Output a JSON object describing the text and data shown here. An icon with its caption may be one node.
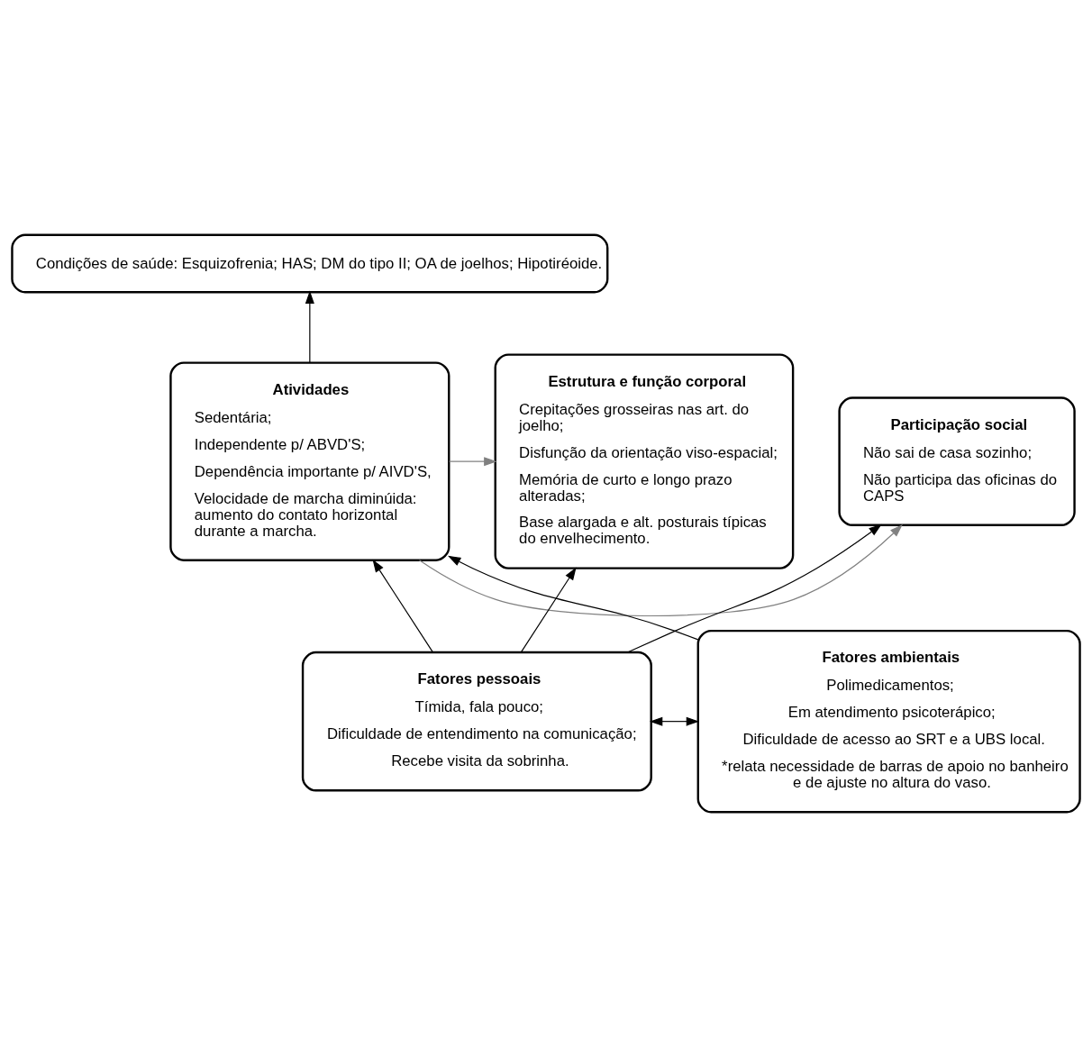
{
  "diagram": {
    "nodes": [
      {
        "text": [
          "Condições de saúde: Esquizofrenia; HAS; DM do tipo II; OA de joelhos; Hipotiréoide."
        ]
      },
      {
        "text": [
          "Estrutura e função corporal",
          "Crepitações grosseiras nas art. do joelho;",
          "Disfunção da orientação viso-espacial;",
          "Memória de curto e longo prazo alteradas;",
          "Base alargada e alt. posturais típicas do envelhecimento."
        ]
      },
      {
        "text": [
          "Atividades",
          "Sedentária;",
          "Independente p/ ABVD'S;",
          "Dependência importante p/ AIVD'S,",
          "Velocidade de marcha diminúida: aumento do contato horizontal durante a marcha."
        ]
      },
      {
        "text": [
          "Participação social",
          "Não sai de casa sozinho;",
          "Não participa das oficinas do CAPS"
        ]
      },
      {
        "text": [
          "Fatores pessoais",
          "Tímida, fala pouco;",
          "Dificuldade de entendimento na comunicação;",
          "Recebe visita da sobrinha."
        ]
      },
      {
        "text": [
          "Fatores ambientais",
          "Polimedicamentos;",
          "Em atendimento psicoterápico;",
          "Dificuldade de acesso ao SRT e a UBS local.",
          "*relata necessidade de barras de apoio no banheiro e de ajuste no altura do vaso."
        ]
      }
    ],
    "edges": [
      {
        "from": 2,
        "to": 0,
        "arrow": "to"
      },
      {
        "from": 2,
        "to": 1,
        "arrow": "to",
        "color": "#808080"
      },
      {
        "from": 2,
        "to": 3,
        "arrow": "to",
        "color": "#808080"
      },
      {
        "from": 4,
        "to": 1,
        "arrow": "to"
      },
      {
        "from": 4,
        "to": 3,
        "arrow": "to"
      },
      {
        "from": 4,
        "to": 2,
        "arrow": "to"
      },
      {
        "from": 5,
        "to": 2,
        "arrow": "to"
      },
      {
        "from": 4,
        "to": 5,
        "arrow": "both"
      }
    ]
  }
}
